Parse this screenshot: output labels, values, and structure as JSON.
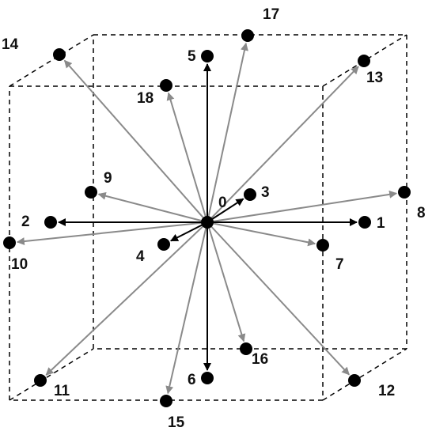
{
  "diagram": {
    "colors": {
      "main_arrow": "#000000",
      "diag_arrow": "#8a8a8a",
      "node": "#000000",
      "edge": "#000000"
    },
    "center": {
      "id": "0",
      "label": "0"
    },
    "vectors": [
      {
        "id": "1",
        "label": "1",
        "kind": "main"
      },
      {
        "id": "2",
        "label": "2",
        "kind": "main"
      },
      {
        "id": "3",
        "label": "3",
        "kind": "main"
      },
      {
        "id": "4",
        "label": "4",
        "kind": "main"
      },
      {
        "id": "5",
        "label": "5",
        "kind": "main"
      },
      {
        "id": "6",
        "label": "6",
        "kind": "main"
      },
      {
        "id": "7",
        "label": "7",
        "kind": "diagonal"
      },
      {
        "id": "8",
        "label": "8",
        "kind": "diagonal"
      },
      {
        "id": "9",
        "label": "9",
        "kind": "diagonal"
      },
      {
        "id": "10",
        "label": "10",
        "kind": "diagonal"
      },
      {
        "id": "11",
        "label": "11",
        "kind": "diagonal"
      },
      {
        "id": "12",
        "label": "12",
        "kind": "diagonal"
      },
      {
        "id": "13",
        "label": "13",
        "kind": "diagonal"
      },
      {
        "id": "14",
        "label": "14",
        "kind": "diagonal"
      },
      {
        "id": "15",
        "label": "15",
        "kind": "diagonal"
      },
      {
        "id": "16",
        "label": "16",
        "kind": "diagonal"
      },
      {
        "id": "17",
        "label": "17",
        "kind": "diagonal"
      },
      {
        "id": "18",
        "label": "18",
        "kind": "diagonal"
      }
    ]
  }
}
